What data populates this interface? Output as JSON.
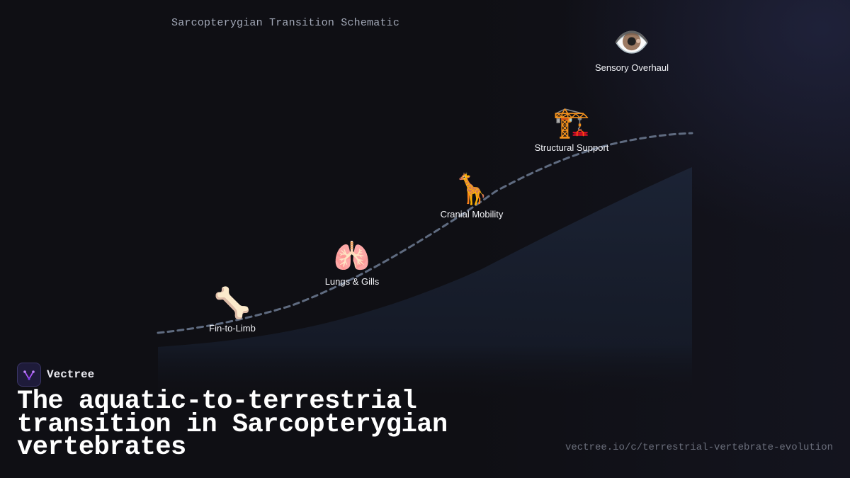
{
  "diagram": {
    "title": "Sarcopterygian Transition Schematic",
    "milestones": [
      {
        "label": "Fin-to-Limb",
        "icon": "🦴",
        "icon_name": "bone-icon"
      },
      {
        "label": "Lungs & Gills",
        "icon": "🫁",
        "icon_name": "lungs-icon"
      },
      {
        "label": "Cranial Mobility",
        "icon": "🦒",
        "icon_name": "giraffe-icon"
      },
      {
        "label": "Structural Support",
        "icon": "🏗️",
        "icon_name": "crane-icon"
      },
      {
        "label": "Sensory Overhaul",
        "icon": "👁️",
        "icon_name": "eye-icon"
      }
    ]
  },
  "brand": {
    "name": "Vectree"
  },
  "headline": "The aquatic-to-terrestrial transition in Sarcopterygian vertebrates",
  "footer": {
    "url": "vectree.io/c/terrestrial-vertebrate-evolution"
  },
  "colors": {
    "background": "#0f0f14",
    "curve": "#5f6b80",
    "area": "#1b2233",
    "brand_accent": "#a855f7"
  }
}
